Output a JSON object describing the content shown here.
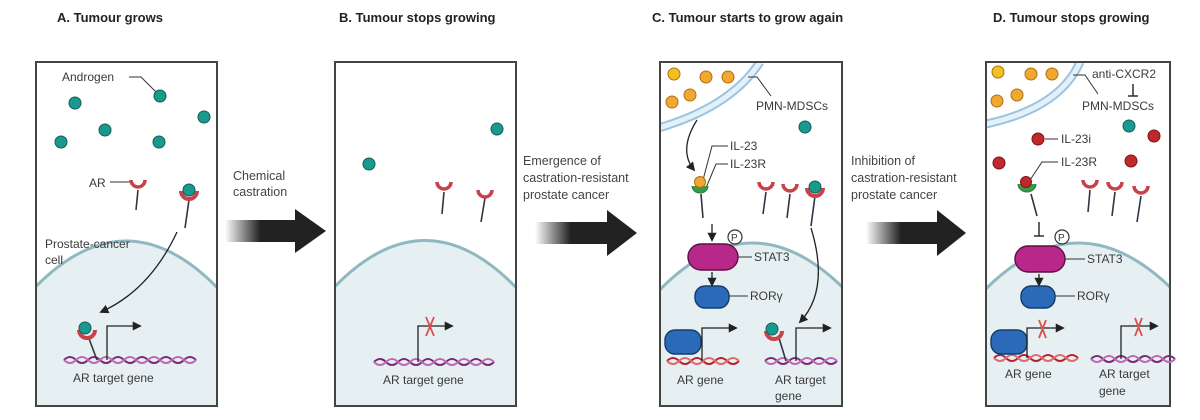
{
  "panels": [
    {
      "id": "A",
      "title": "A. Tumour grows",
      "labels": {
        "androgen": "Androgen",
        "ar": "AR",
        "cell_line1": "Prostate-cancer",
        "cell_line2": "cell",
        "gene": "AR target gene"
      }
    },
    {
      "id": "B",
      "title": "B. Tumour stops growing",
      "labels": {
        "gene": "AR target gene"
      }
    },
    {
      "id": "C",
      "title": "C. Tumour starts to grow again",
      "labels": {
        "mdsc": "PMN-MDSCs",
        "il23": "IL-23",
        "il23r": "IL-23R",
        "p": "P",
        "stat3": "STAT3",
        "rory": "RORγ",
        "ar_gene": "AR gene",
        "target_line1": "AR target",
        "target_line2": "gene"
      }
    },
    {
      "id": "D",
      "title": "D. Tumour stops growing",
      "labels": {
        "anti": "anti-CXCR2",
        "mdsc": "PMN-MDSCs",
        "il23i": "IL-23i",
        "il23r": "IL-23R",
        "p": "P",
        "stat3": "STAT3",
        "rory": "RORγ",
        "ar_gene": "AR gene",
        "target_line1": "AR target",
        "target_line2": "gene"
      }
    }
  ],
  "transitions": [
    {
      "lines": [
        "Chemical",
        "castration"
      ]
    },
    {
      "lines": [
        "Emergence of",
        "castration-resistant",
        "prostate cancer"
      ]
    },
    {
      "lines": [
        "Inhibition of",
        "castration-resistant",
        "prostate cancer"
      ]
    }
  ],
  "colors": {
    "androgen": "#1a9a8e",
    "receptor": "#c8424a",
    "mdsc": "#f0a830",
    "il23i": "#c0282c",
    "il23r": "#3a9a4a",
    "stat3": "#b8288a",
    "rory": "#2a6ab8",
    "cell_fill": "#e6f0f2",
    "membrane": "#8fb8c0",
    "vessel": "#bcd8ec",
    "dna_target": "#7a2a7a",
    "dna_ar": "#b8202a",
    "block": "#e0504a"
  }
}
